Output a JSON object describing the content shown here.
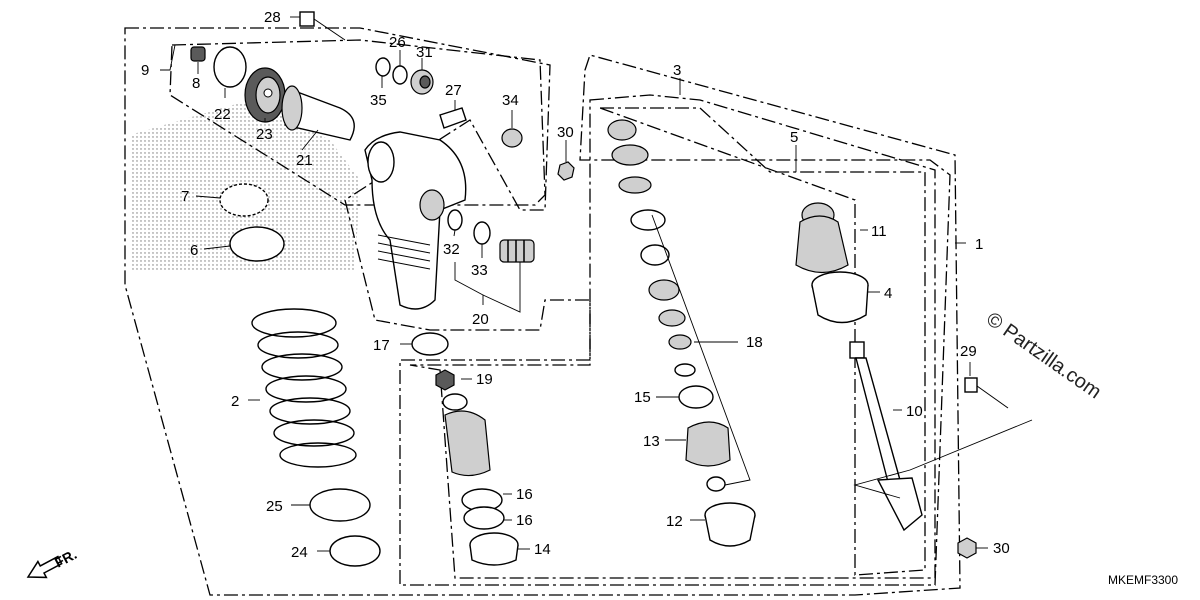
{
  "diagram": {
    "code": "MKEMF3300",
    "watermark": "© Partzilla.com",
    "direction_label": "FR.",
    "callouts": {
      "c1": "1",
      "c2": "2",
      "c3": "3",
      "c4": "4",
      "c5": "5",
      "c6": "6",
      "c7": "7",
      "c8": "8",
      "c9": "9",
      "c10": "10",
      "c11": "11",
      "c12": "12",
      "c13": "13",
      "c14": "14",
      "c15": "15",
      "c16a": "16",
      "c16b": "16",
      "c17": "17",
      "c18": "18",
      "c19": "19",
      "c20": "20",
      "c21": "21",
      "c22": "22",
      "c23": "23",
      "c24": "24",
      "c25": "25",
      "c26": "26",
      "c27": "27",
      "c28": "28",
      "c29": "29",
      "c30a": "30",
      "c30b": "30",
      "c31": "31",
      "c32": "32",
      "c33": "33",
      "c34": "34",
      "c35": "35"
    }
  }
}
